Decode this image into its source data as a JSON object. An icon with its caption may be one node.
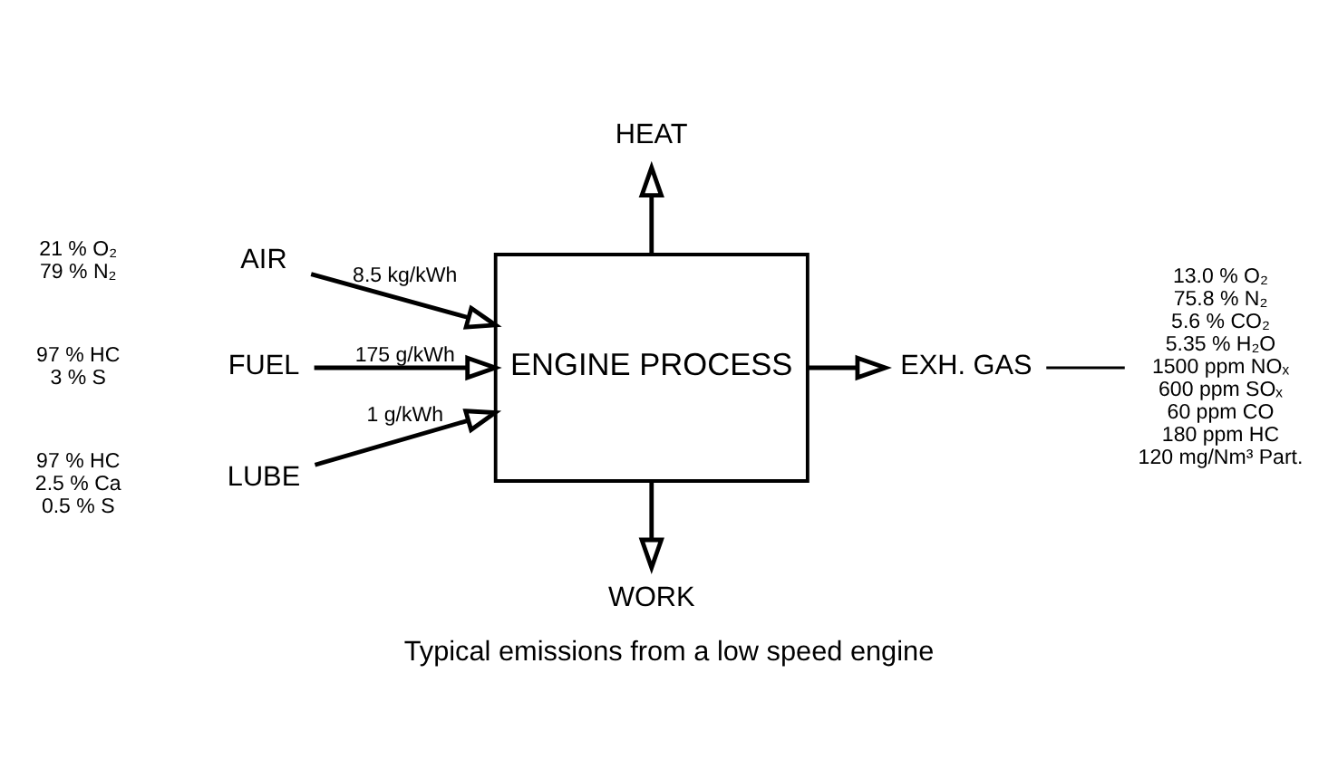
{
  "diagram": {
    "caption": "Typical emissions from a low speed engine",
    "nodes": [
      {
        "text": [
          "HEAT"
        ]
      },
      {
        "text": [
          "AIR"
        ],
        "beside": [
          "21 % O₂",
          "79 % N₂"
        ]
      },
      {
        "text": [
          "FUEL"
        ],
        "beside": [
          "97 % HC",
          "3 % S"
        ]
      },
      {
        "text": [
          "LUBE"
        ],
        "beside": [
          "97 % HC",
          "2.5 % Ca",
          "0.5 % S"
        ]
      },
      {
        "text": [
          "ENGINE PROCESS"
        ]
      },
      {
        "text": [
          "EXH. GAS"
        ],
        "beside": [
          "13.0 % O₂",
          "75.8 % N₂",
          "5.6 % CO₂",
          "5.35 % H₂O",
          "1500 ppm NOₓ",
          "600 ppm SOₓ",
          "60 ppm CO",
          "180 ppm HC",
          "120 mg/Nm³ Part."
        ]
      },
      {
        "text": [
          "WORK"
        ]
      }
    ],
    "edges": [
      {
        "from": 4,
        "to": 0,
        "arrow": "to"
      },
      {
        "from": 1,
        "to": 4,
        "arrow": "to",
        "label": "8.5 kg/kWh"
      },
      {
        "from": 2,
        "to": 4,
        "arrow": "to",
        "label": "175 g/kWh"
      },
      {
        "from": 3,
        "to": 4,
        "arrow": "to",
        "label": "1 g/kWh"
      },
      {
        "from": 4,
        "to": 5,
        "arrow": "to"
      },
      {
        "from": 4,
        "to": 6,
        "arrow": "to"
      }
    ]
  }
}
